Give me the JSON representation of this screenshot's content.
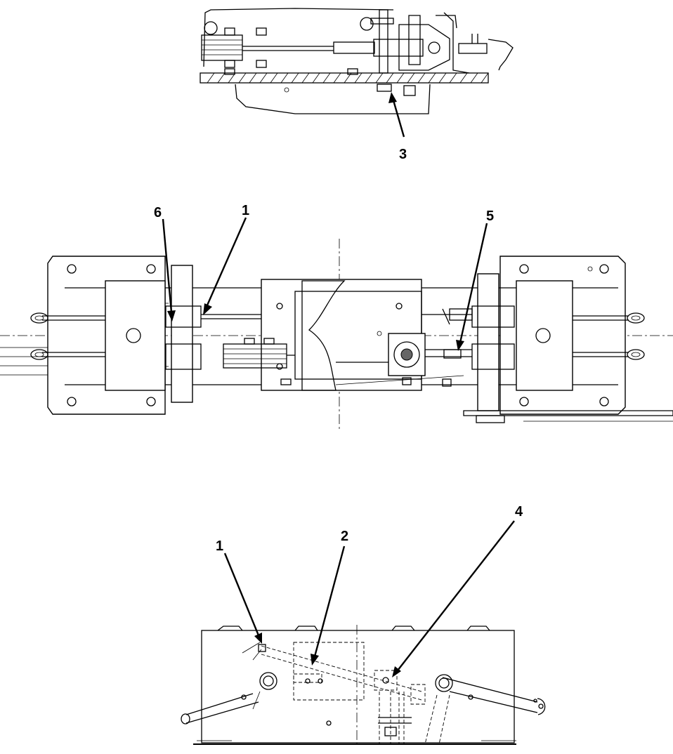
{
  "callouts": {
    "top_view": {
      "label_3": "3"
    },
    "middle_view": {
      "label_6": "6",
      "label_1": "1",
      "label_5": "5"
    },
    "bottom_view": {
      "label_1": "1",
      "label_2": "2",
      "label_4": "4"
    }
  }
}
